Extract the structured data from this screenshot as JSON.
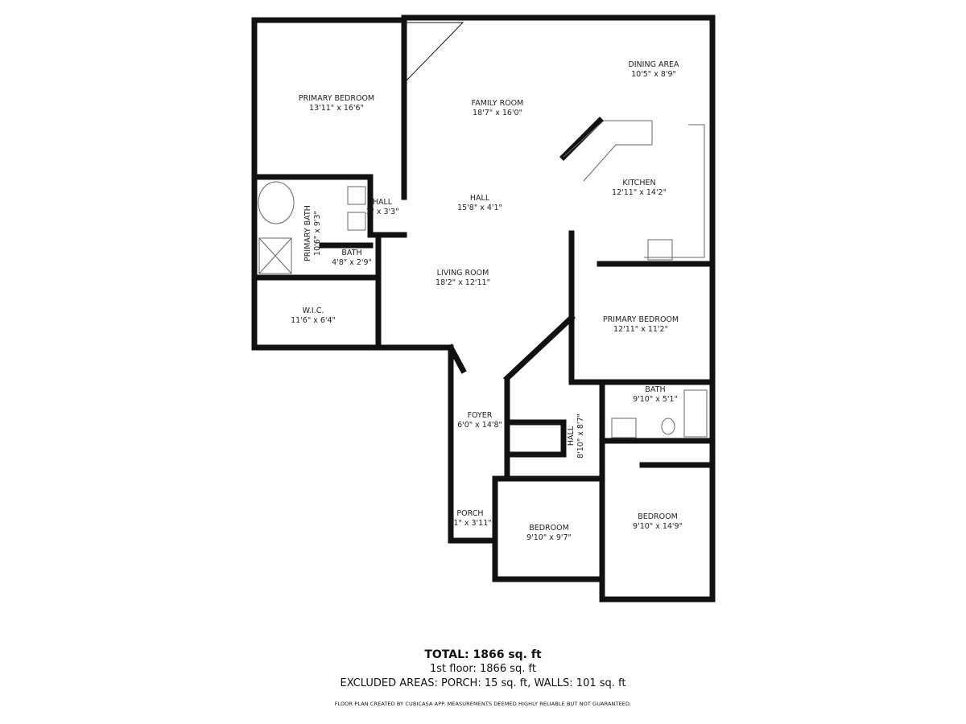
{
  "rooms": [
    {
      "name": "PRIMARY BEDROOM",
      "dims": "13'11\" x 16'6\""
    },
    {
      "name": "FAMILY ROOM",
      "dims": "18'7\" x 16'0\""
    },
    {
      "name": "DINING AREA",
      "dims": "10'5\" x 8'9\""
    },
    {
      "name": "KITCHEN",
      "dims": "12'11\" x 14'2\""
    },
    {
      "name": "HALL",
      "dims": "15'8\" x 4'1\""
    },
    {
      "name": "HALL",
      "dims": "1\" x 3'3\""
    },
    {
      "name": "PRIMARY BATH",
      "dims": "10'6\" x 9'3\""
    },
    {
      "name": "BATH",
      "dims": "4'8\" x 2'9\""
    },
    {
      "name": "W.I.C.",
      "dims": "11'6\" x 6'4\""
    },
    {
      "name": "LIVING ROOM",
      "dims": "18'2\" x 12'11\""
    },
    {
      "name": "PRIMARY BEDROOM",
      "dims": "12'11\" x 11'2\""
    },
    {
      "name": "BATH",
      "dims": "9'10\" x 5'1\""
    },
    {
      "name": "FOYER",
      "dims": "6'0\" x 14'8\""
    },
    {
      "name": "HALL",
      "dims": "8'10\" x 8'7\""
    },
    {
      "name": "PORCH",
      "dims": "11\" x 3'11\""
    },
    {
      "name": "BEDROOM",
      "dims": "9'10\" x 9'7\""
    },
    {
      "name": "BEDROOM",
      "dims": "9'10\" x 14'9\""
    }
  ],
  "summary": {
    "total": "TOTAL: 1866 sq. ft",
    "floor": "1st floor: 1866 sq. ft",
    "excluded": "EXCLUDED AREAS: PORCH: 15 sq. ft, WALLS: 101 sq. ft",
    "credit": "FLOOR PLAN CREATED BY CUBICASA APP. MEASUREMENTS DEEMED HIGHLY RELIABLE BUT NOT GUARANTEED."
  },
  "colors": {
    "wall": "#111111",
    "background": "#ffffff"
  }
}
